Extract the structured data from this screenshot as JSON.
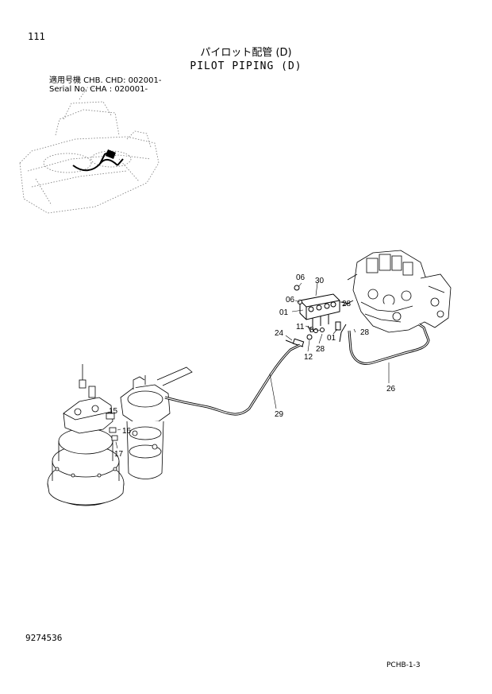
{
  "header": {
    "page_number": "111",
    "title_jp": "パイロット配管 (D)",
    "title_en": "PILOT PIPING (D)",
    "serial_line_1": "適用号機 CHB. CHD: 002001-",
    "serial_line_2": "Serial No. CHA    : 020001-"
  },
  "callouts": {
    "c06a": "06",
    "c30": "30",
    "c06b": "06",
    "c01a": "01",
    "c28a": "28",
    "c24": "24",
    "c11": "11",
    "c8": "8",
    "c28b": "28",
    "c28c": "28",
    "c01b": "01",
    "c12": "12",
    "c26": "26",
    "c29": "29",
    "c15": "15",
    "c16": "16",
    "c17": "17"
  },
  "footer": {
    "doc_number": "9274536",
    "page_code": "PCHB-1-3"
  }
}
